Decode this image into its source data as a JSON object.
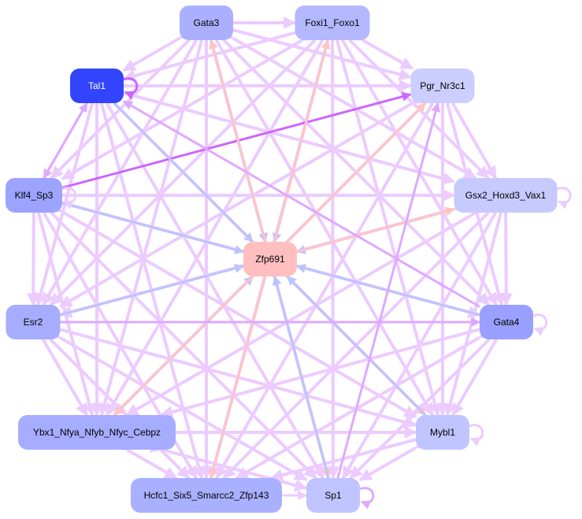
{
  "colors": {
    "edge_default": "#eccbff",
    "edge_mid": "#dfa8ff",
    "edge_strong": "#cc66ff",
    "edge_blue": "#bcc4ff",
    "edge_pink": "#ffc4c4"
  },
  "nodes": [
    {
      "id": "Gata3",
      "label": "Gata3",
      "fill": "#aab0ff",
      "text": "#000000"
    },
    {
      "id": "Foxi1_Foxo1",
      "label": "Foxi1_Foxo1",
      "fill": "#b3b8ff",
      "text": "#000000"
    },
    {
      "id": "Tal1",
      "label": "Tal1",
      "fill": "#3344ff",
      "text": "#ffffff"
    },
    {
      "id": "Pgr_Nr3c1",
      "label": "Pgr_Nr3c1",
      "fill": "#ccceff",
      "text": "#000000"
    },
    {
      "id": "Klf4_Sp3",
      "label": "Klf4_Sp3",
      "fill": "#9ca4ff",
      "text": "#000000"
    },
    {
      "id": "Gsx2_Hoxd3_Vax1",
      "label": "Gsx2_Hoxd3_Vax1",
      "fill": "#c6caff",
      "text": "#000000"
    },
    {
      "id": "Zfp691",
      "label": "Zfp691",
      "fill": "#ffbfbf",
      "text": "#000000"
    },
    {
      "id": "Esr2",
      "label": "Esr2",
      "fill": "#a6adff",
      "text": "#000000"
    },
    {
      "id": "Gata4",
      "label": "Gata4",
      "fill": "#99a0ff",
      "text": "#000000"
    },
    {
      "id": "Ybx1_Nfya_Nfyb_Nfyc_Cebpz",
      "label": "Ybx1_Nfya_Nfyb_Nfyc_Cebpz",
      "fill": "#a6acff",
      "text": "#000000"
    },
    {
      "id": "Mybl1",
      "label": "Mybl1",
      "fill": "#c0c4ff",
      "text": "#000000"
    },
    {
      "id": "Hcfc1_Six5_Smarcc2_Zfp143",
      "label": "Hcfc1_Six5_Smarcc2_Zfp143",
      "fill": "#a9b0ff",
      "text": "#000000"
    },
    {
      "id": "Sp1",
      "label": "Sp1",
      "fill": "#bfc3ff",
      "text": "#000000"
    }
  ],
  "edges": [
    [
      "Klf4_Sp3",
      "Pgr_Nr3c1",
      "strong"
    ],
    [
      "Tal1",
      "Zfp691",
      "blue"
    ],
    [
      "Gata3",
      "Zfp691",
      "blue"
    ],
    [
      "Zfp691",
      "Gata3",
      "pink"
    ],
    [
      "Foxi1_Foxo1",
      "Zfp691",
      "blue"
    ],
    [
      "Zfp691",
      "Foxi1_Foxo1",
      "pink"
    ],
    [
      "Zfp691",
      "Pgr_Nr3c1",
      "pink"
    ],
    [
      "Gsx2_Hoxd3_Vax1",
      "Zfp691",
      "blue"
    ],
    [
      "Zfp691",
      "Gsx2_Hoxd3_Vax1",
      "pink"
    ],
    [
      "Klf4_Sp3",
      "Zfp691",
      "blue"
    ],
    [
      "Esr2",
      "Zfp691",
      "blue"
    ],
    [
      "Gata4",
      "Zfp691",
      "blue"
    ],
    [
      "Ybx1_Nfya_Nfyb_Nfyc_Cebpz",
      "Zfp691",
      "blue"
    ],
    [
      "Zfp691",
      "Ybx1_Nfya_Nfyb_Nfyc_Cebpz",
      "pink"
    ],
    [
      "Zfp691",
      "Hcfc1_Six5_Smarcc2_Zfp143",
      "pink"
    ],
    [
      "Zfp691",
      "Sp1",
      "pink"
    ],
    [
      "Sp1",
      "Zfp691",
      "blue"
    ],
    [
      "Zfp691",
      "Mybl1",
      "pink"
    ],
    [
      "Mybl1",
      "Zfp691",
      "blue"
    ],
    [
      "Gata4",
      "Tal1",
      "mid"
    ],
    [
      "Tal1",
      "Klf4_Sp3",
      "mid"
    ],
    [
      "Klf4_Sp3",
      "Tal1",
      "mid"
    ],
    [
      "Esr2",
      "Gata4",
      "mid"
    ],
    [
      "Sp1",
      "Pgr_Nr3c1",
      "mid"
    ],
    [
      "Tal1",
      "Tal1",
      "strong"
    ],
    [
      "Klf4_Sp3",
      "Klf4_Sp3",
      "default"
    ],
    [
      "Gsx2_Hoxd3_Vax1",
      "Gsx2_Hoxd3_Vax1",
      "default"
    ],
    [
      "Gata4",
      "Gata4",
      "default"
    ],
    [
      "Mybl1",
      "Mybl1",
      "default"
    ],
    [
      "Sp1",
      "Sp1",
      "mid"
    ],
    [
      "Hcfc1_Six5_Smarcc2_Zfp143",
      "Sp1",
      "default"
    ]
  ]
}
